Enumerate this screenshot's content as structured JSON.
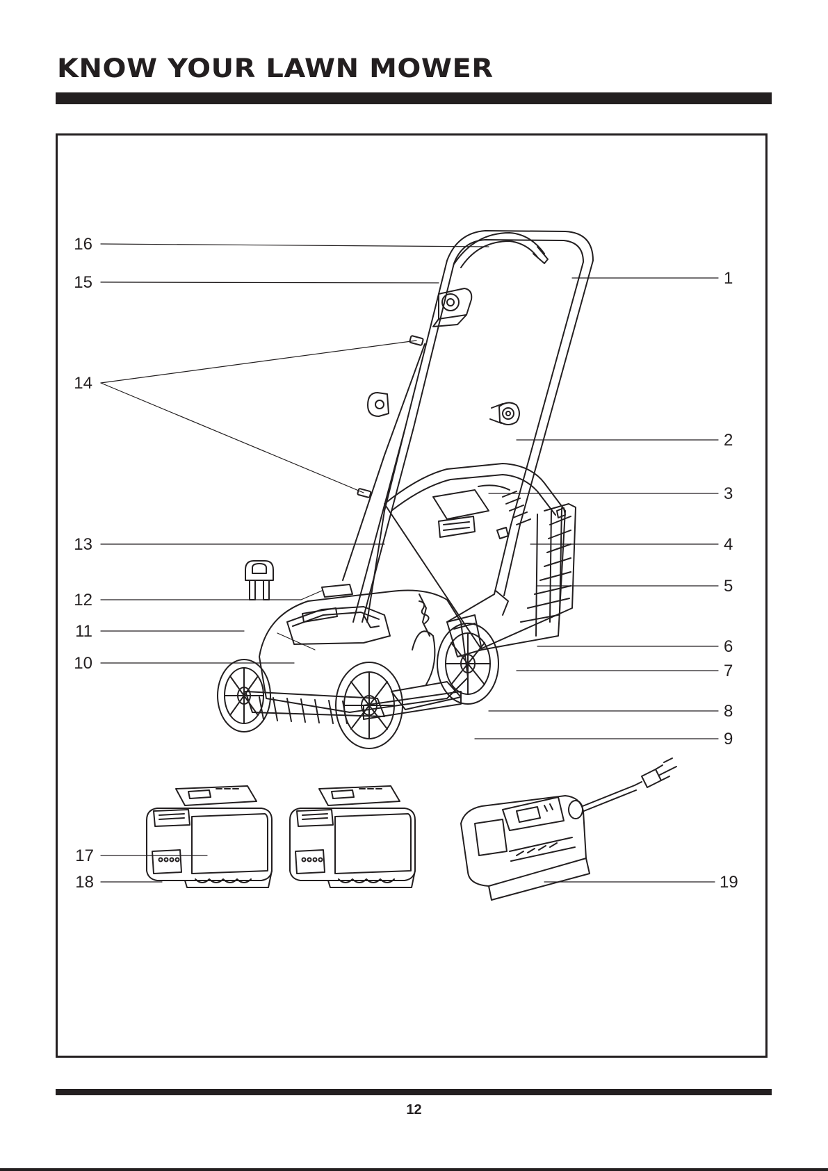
{
  "header": {
    "title": "KNOW YOUR LAWN MOWER"
  },
  "diagram": {
    "callouts": [
      "16",
      "15",
      "14",
      "13",
      "12",
      "11",
      "10",
      "1",
      "2",
      "3",
      "4",
      "5",
      "6",
      "7",
      "8",
      "9",
      "17",
      "18",
      "19"
    ]
  },
  "footer": {
    "page_number": "12"
  },
  "colors": {
    "ink": "#231f20",
    "paper": "#ffffff"
  }
}
